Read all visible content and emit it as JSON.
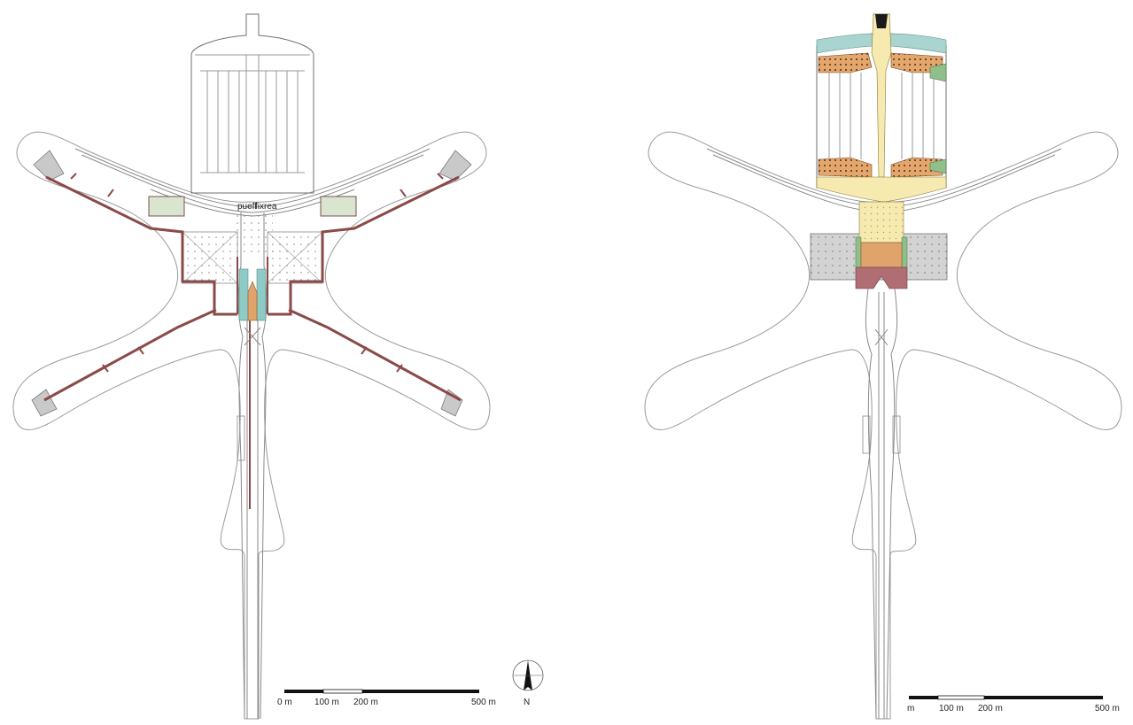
{
  "left_plan": {
    "road_labels": [
      "pueff",
      "fixrea"
    ],
    "scale_bar": {
      "labels": [
        "0 m",
        "100 m",
        "200 m",
        "500 m"
      ]
    },
    "north_arrow": {
      "label": "N"
    }
  },
  "right_plan": {
    "scale_bar": {
      "labels": [
        "m",
        "100 m",
        "200 m",
        "500 m"
      ]
    }
  },
  "colors": {
    "outline": "#9a9a9a",
    "corridor": "#8a4a48",
    "teal": "#8ecbc6",
    "orange": "#e0a36b",
    "yellow": "#f7eab0",
    "green": "#8fbf8a",
    "grey": "#c9c9c9",
    "plum": "#b06d74"
  }
}
